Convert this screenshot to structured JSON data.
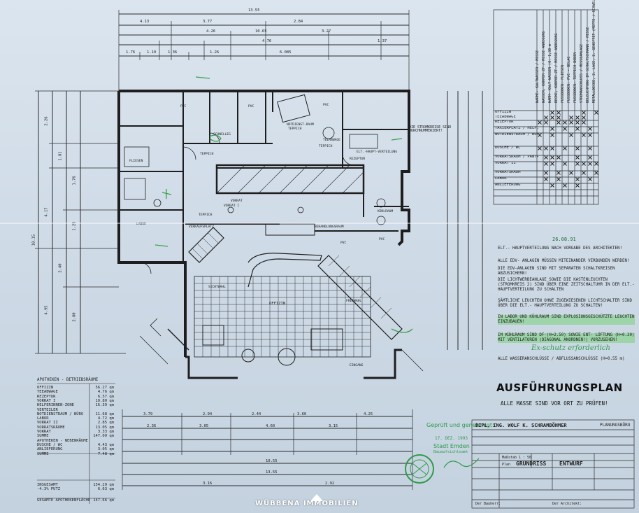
{
  "dimensions_top": [
    "13.55",
    "4.13",
    "3.77",
    "2.84",
    "4.26",
    "10.65",
    "3.27",
    "4.76",
    "6.085",
    "1.76",
    "1.10",
    "1.36",
    "1.26",
    "1.37"
  ],
  "dimensions_bottom": [
    "3.79",
    "2.94",
    "2.44",
    "3.60",
    "4.25",
    "2.36",
    "3.05",
    "4.60",
    "3.15",
    "10.55",
    "13.55",
    "3.16",
    "2.92"
  ],
  "dimensions_left": [
    "2.26",
    "1.81",
    "1.76",
    "4.17",
    "1.25",
    "10.15",
    "2.40",
    "4.95",
    "2.80"
  ],
  "room_labels": [
    "OFFIZIN",
    "TEEABWAGE",
    "REZEPTUR",
    "VORRAT I",
    "LABOR",
    "FLIESEN",
    "TEPPICH",
    "TEPPICH",
    "TEPPICH",
    "TEPPICH",
    "PVC",
    "PVC",
    "PVC",
    "PVC",
    "PVC",
    "NOTDIENST-RAUM",
    "VORRAT",
    "SCHNELLEG",
    "ELT.-HAUPT-VERTEILUNG",
    "BEHANDLUNGSRAUM",
    "KÜHLRAUM",
    "FREIWAHL",
    "SICHTWAHL",
    "EINGANG",
    "VERKAUFSPLATZ",
    "DIE STROMKREISE SIND DURCHNUMMERIERT!"
  ],
  "matrix": {
    "headers": [
      "WARME- KALTWASSER / MESSE",
      "WASSER, KORPER ZT / MESSE ANREGUNG",
      "WARM- KALT-WASSER (0. 1,30 m",
      "DECKE, KORPER ZT / MESSE ANREGUNG",
      "FUSSBODEN: FLIESEN",
      "FUSSBODEN: PVC - BELAG",
      "FUSSBODEN: TEPPICH BODEN",
      "STROMANSCHLUSS / MESSEANLAGE",
      "BELEUCHTUNG IM SCHALTSCHRANK / MESSE",
      "METALLDECKE, 2. LAGE, 2. GEHEFTET (MITTE / SCHWELLE)"
    ],
    "rows": [
      {
        "name": "OFFIZIN",
        "marks": [
          0,
          0,
          1,
          1,
          0,
          0,
          0,
          1,
          0,
          1
        ]
      },
      {
        "name": "TEEABWAGE",
        "marks": [
          0,
          1,
          1,
          1,
          0,
          1,
          1,
          1,
          0,
          0
        ]
      },
      {
        "name": "REZEPTUR",
        "marks": [
          1,
          1,
          0,
          1,
          1,
          1,
          1,
          1,
          0,
          0
        ]
      },
      {
        "name": "TAXIERPLATZ / HELF. - ZONE / VORRAT I",
        "marks": [
          0,
          0,
          1,
          0,
          1,
          0,
          1,
          0,
          1,
          0
        ]
      },
      {
        "name": "NOTDIENSTRAUM / BÜRO",
        "marks": [
          1,
          0,
          1,
          0,
          0,
          1,
          0,
          1,
          1,
          0
        ]
      },
      {
        "name": "DUSCHE / WC",
        "marks": [
          1,
          1,
          1,
          0,
          1,
          0,
          1,
          0,
          1,
          0
        ]
      },
      {
        "name": "VORRATSRAUM / PANTRY",
        "marks": [
          0,
          1,
          1,
          1,
          0,
          0,
          1,
          0,
          1,
          0
        ]
      },
      {
        "name": "VORRAT II",
        "marks": [
          0,
          1,
          1,
          0,
          1,
          0,
          1,
          1,
          1,
          1
        ]
      },
      {
        "name": "VORRATSRAUM",
        "marks": [
          0,
          1,
          0,
          1,
          0,
          1,
          0,
          1,
          0,
          1
        ]
      },
      {
        "name": "LABOR",
        "marks": [
          0,
          1,
          0,
          1,
          0,
          0,
          1,
          0,
          1,
          0
        ]
      },
      {
        "name": "ANLIEFERUNG",
        "marks": [
          0,
          0,
          1,
          0,
          1,
          0,
          1,
          0,
          0,
          0
        ]
      }
    ]
  },
  "notes": {
    "date": "26.08.91",
    "lines": [
      {
        "text": "ELT.- HAUPTVERTEILUNG NACH VORGABE DES ARCHITEKTEN!",
        "hl": false
      },
      {
        "text": "ALLE EDV- ANLAGEN MÜSSEN MITEINANDER VERBUNDEN WERDEN!",
        "hl": false
      },
      {
        "text": "DIE EDV-ANLAGEN SIND MIT SEPARATEN SCHALTKREISEN ABZUSICHERN!",
        "hl": false
      },
      {
        "text": "DIE LICHTWERBEANLAGE SOWIE DIE KASTENLEUCHTEN (STROMKREIS 2) SIND ÜBER EINE ZEITSCHALTUHR IN DER ELT.- HAUPTVERTEILUNG ZU SCHALTEN",
        "hl": false
      },
      {
        "text": "SÄMTLICHE LEUCHTEN OHNE ZUGEWIESENEN LICHTSCHALTER SIND ÜBER DIE ELT.- HAUPTVERTEILUNG ZU SCHALTEN!",
        "hl": false
      },
      {
        "text": "IN LABOR UND KÜHLRAUM SIND EXPLOSIONSGESCHÜTZTE LEUCHTEN EINZUBAUEN!",
        "hl": true
      },
      {
        "text": "IM KÜHLRAUM SIND DF-(H=2.50) SOWIE ENT- LÜFTUNG (H=0.30) MIT VENTILATOREN (DIAGONAL ANORDNEN!) VORZUSEHEN!",
        "hl": true
      },
      {
        "text": "ALLE WASSERANSCHLÜSSE / ABFLUSSANSCHLÜSSE (H=0.55 m)",
        "hl": false
      }
    ],
    "handwritten": "Ex-schutz erforderlich"
  },
  "plan_title": "AUSFÜHRUNGSPLAN",
  "plan_subtitle": "ALLE MASSE SIND VOR ORT ZU PRÜFEN!",
  "area_table": {
    "title": "APOTHEKEN - BETRIEBSRÄUME",
    "rows": [
      {
        "label": "OFFIZIN",
        "value": "56.27 qm"
      },
      {
        "label": "TEEABWAGE",
        "value": "4.76 qm"
      },
      {
        "label": "REZEPTUR",
        "value": "6.57 qm"
      },
      {
        "label": "VORRAT I",
        "value": "10.80 qm"
      },
      {
        "label": "HELFERINNEN-ZONE",
        "value": "16.39 qm"
      },
      {
        "label": "VERTEILER",
        "value": ""
      },
      {
        "label": "NOTDIENSTRAUM / BÜRO",
        "value": "11.68 qm"
      },
      {
        "label": "LABOR",
        "value": "4.72 qm"
      },
      {
        "label": "VORRAT II",
        "value": "2.85 qm"
      },
      {
        "label": "VORRATSRÄUME",
        "value": "13.05 qm"
      },
      {
        "label": "VORRAT",
        "value": "3.33 qm"
      },
      {
        "label": "SUMME",
        "value": "147.09 qm"
      },
      {
        "label": "APOTHEKEN - NEBENRÄUME",
        "value": ""
      },
      {
        "label": "DUSCHE / WC",
        "value": "4.43 qm"
      },
      {
        "label": "ANLIEFERUNG",
        "value": "3.05 qm"
      },
      {
        "label": "SUMME",
        "value": "7.48 qm"
      },
      {
        "label": "INSGESAMT",
        "value": "154.29 qm"
      },
      {
        "label": "-4.3% PUTZ",
        "value": "6.63 qm"
      },
      {
        "label": "GESAMTE APOTHEKENFLÄCHE",
        "value": "147.66 qm"
      }
    ]
  },
  "stamp": {
    "line1": "Geprüft und genehmigt:",
    "line2": "17. DEZ. 1993",
    "line3": "Stadt Emden",
    "line4": "Bauaufsichtsamt"
  },
  "title_block": {
    "office": "DIPL. ING. WOLF K. SCHRAMBÖHMER",
    "office_type": "PLANUNGSBÜRO",
    "scale_label": "Maßstab",
    "scale": "1 : 50",
    "plan_label": "Plan",
    "plan_type": "GRUNDRISS",
    "stage": "ENTWURF",
    "client_label": "Der Bauherr:",
    "architect_label": "Der Architekt:"
  },
  "watermark": "WÜBBENA IMMOBILIEN",
  "colors": {
    "paper": "#cfdbe7",
    "ink": "#2a2a2a",
    "highlight": "#7fd07f",
    "stamp": "#2f9a4a",
    "pen": "#3aa04f"
  }
}
